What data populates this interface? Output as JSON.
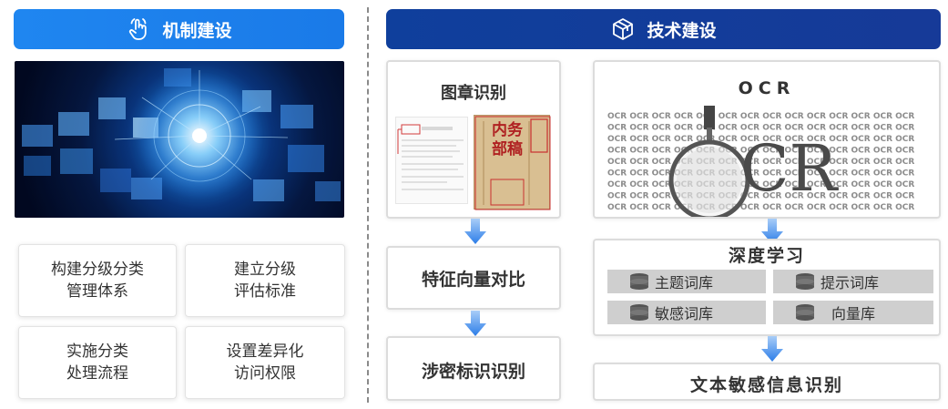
{
  "left": {
    "header": {
      "title": "机制建设",
      "icon": "hand-pointer-icon"
    },
    "cards": [
      {
        "line1": "构建分级分类",
        "line2": "管理体系"
      },
      {
        "line1": "建立分级",
        "line2": "评估标准"
      },
      {
        "line1": "实施分类",
        "line2": "处理流程"
      },
      {
        "line1": "设置差异化",
        "line2": "访问权限"
      }
    ]
  },
  "right": {
    "header": {
      "title": "技术建设",
      "icon": "cube-icon"
    },
    "seal": {
      "title": "图章识别",
      "doc_stamp_text": "内务部稿"
    },
    "feature": {
      "title": "特征向量对比"
    },
    "classified": {
      "title": "涉密标识识别"
    },
    "ocr": {
      "title": "OCR",
      "pattern_word": "OCR",
      "big_text": "CR"
    },
    "deep": {
      "title": "深度学习",
      "keywords": [
        "主题词库",
        "提示词库",
        "敏感词库",
        "向量库"
      ]
    },
    "result": {
      "title": "文本敏感信息识别"
    }
  },
  "colors": {
    "left_header": "#1f86f0",
    "right_header": "#0f3f9c",
    "arrow": "#3e8ef0",
    "keyword_bg": "#cfcfcf"
  }
}
